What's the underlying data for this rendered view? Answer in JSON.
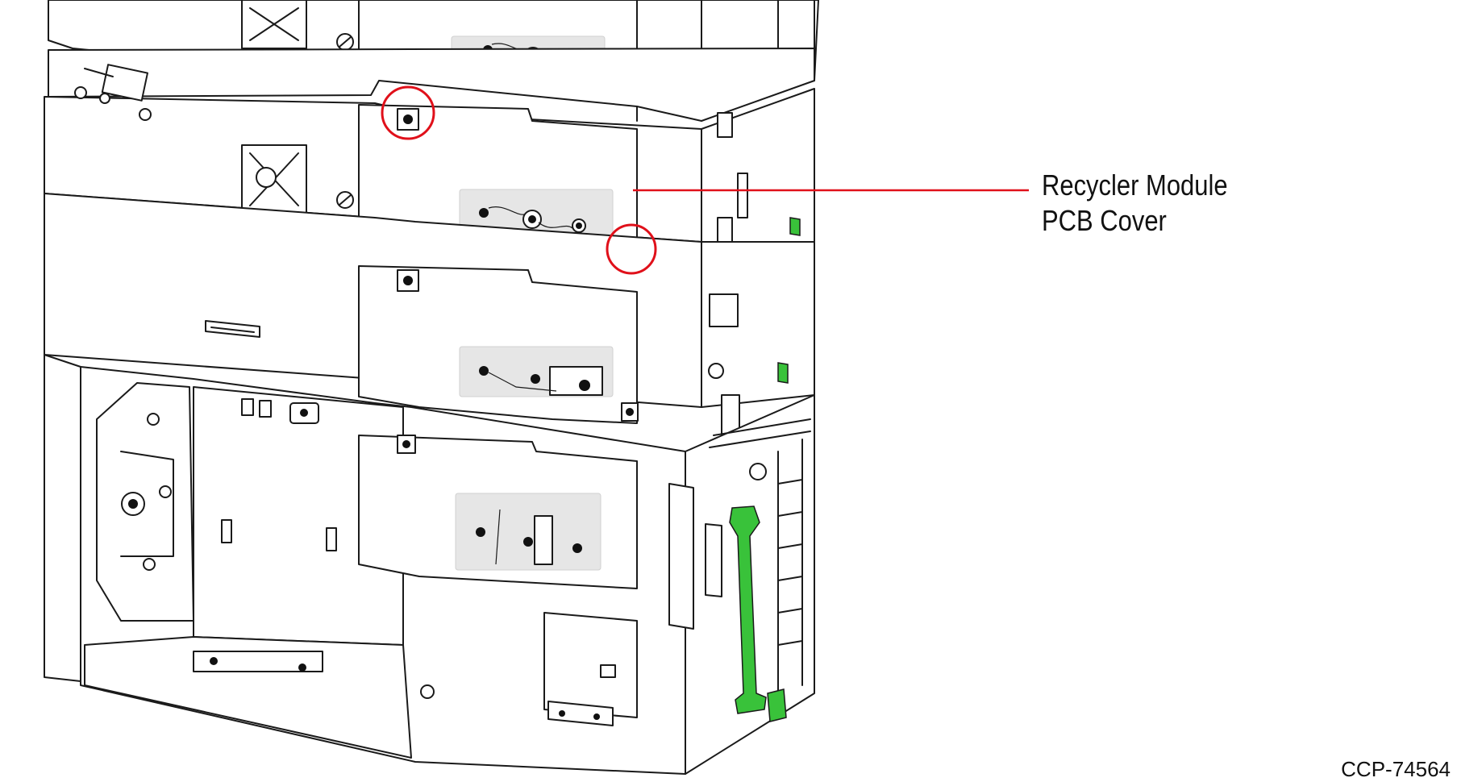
{
  "callout": {
    "line1": "Recycler Module",
    "line2": "PCB Cover"
  },
  "figure_id": "CCP-74564",
  "colors": {
    "callout_line": "#e0101a",
    "highlight_circle": "#e0101a",
    "handle": "#39c23a",
    "pcb_pad": "#e6e6e6",
    "outline": "#1a1a1a"
  }
}
